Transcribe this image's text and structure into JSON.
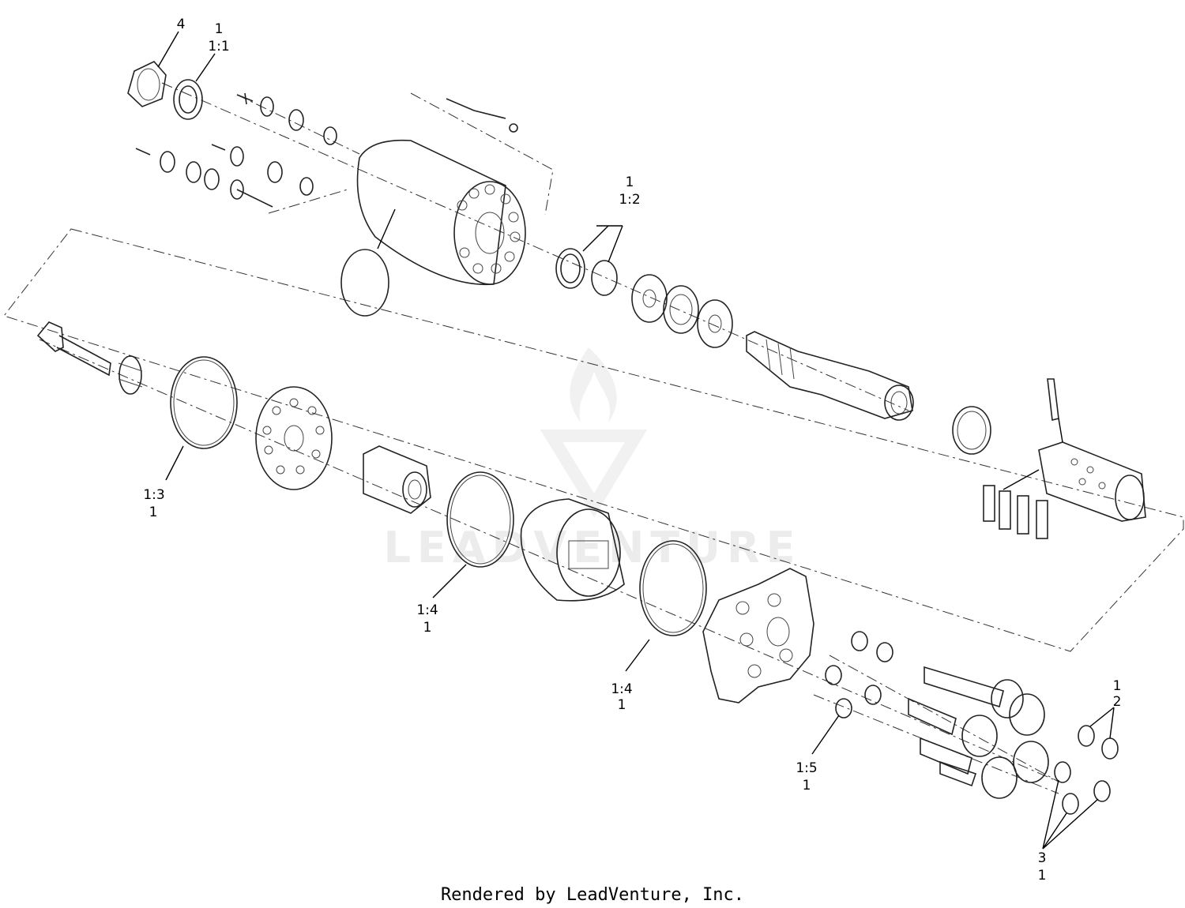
{
  "callouts": {
    "c4": "4",
    "c1_a": "1",
    "c1_1": "1:1",
    "c1_b": "1",
    "c1_2": "1:2",
    "c1_3": "1:3",
    "c1_c": "1",
    "c1_4a": "1:4",
    "c1_d": "1",
    "c1_4b": "1:4",
    "c1_e": "1",
    "c1_5": "1:5",
    "c1_f": "1",
    "c1_g": "1",
    "c2": "2",
    "c3": "3",
    "c1_h": "1"
  },
  "watermark": {
    "brand": "LEADVENTURE"
  },
  "footer": {
    "text": "Rendered by LeadVenture, Inc."
  },
  "colors": {
    "line": "#222222",
    "watermark": "#ececec"
  }
}
